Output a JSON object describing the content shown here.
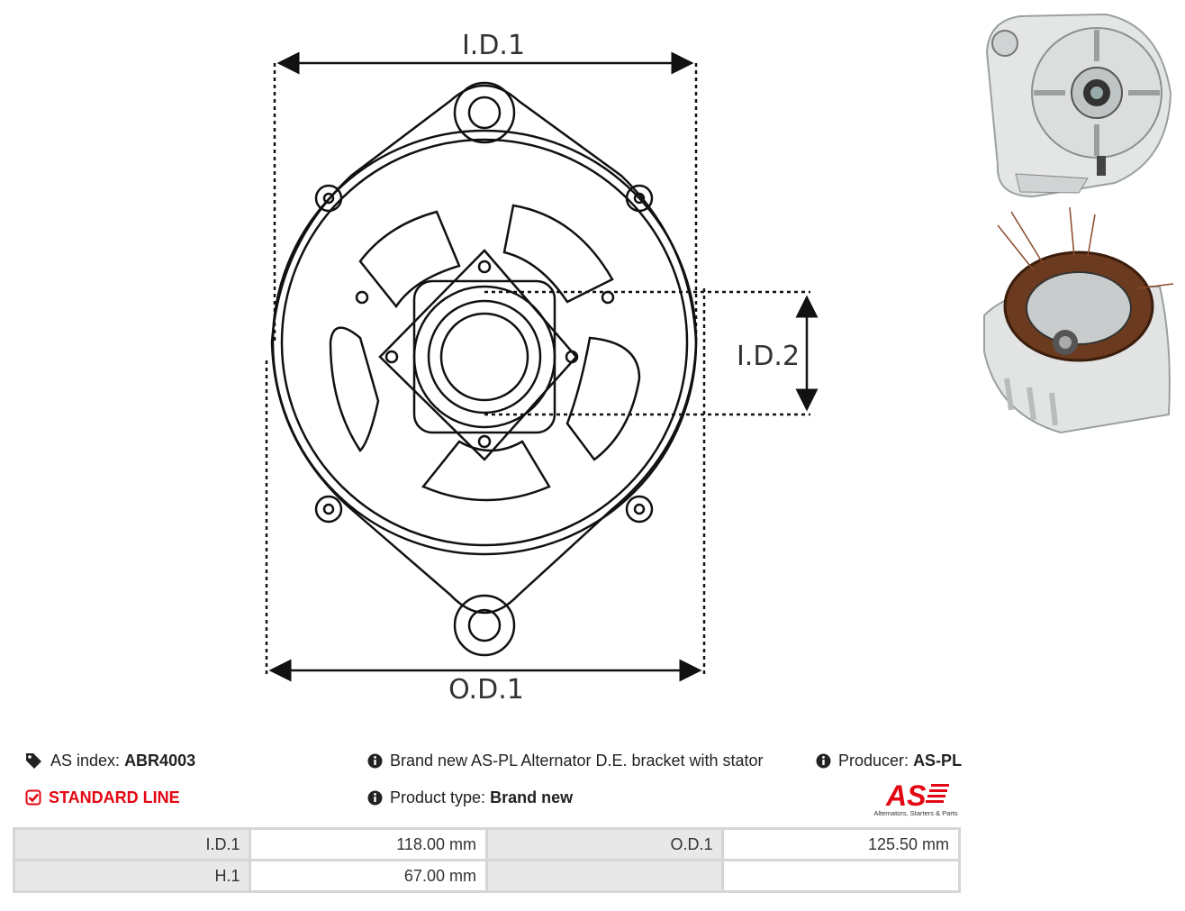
{
  "drawing": {
    "dim_id1": "I.D.1",
    "dim_id2": "I.D.2",
    "dim_od1": "O.D.1"
  },
  "photos": {
    "top": "bracket-photo",
    "bottom": "stator-photo"
  },
  "info": {
    "as_index_label": "AS index:",
    "as_index_value": "ABR4003",
    "line": "STANDARD LINE",
    "description": "Brand new AS-PL Alternator D.E. bracket with stator",
    "product_type_label": "Product type:",
    "product_type_value": "Brand new",
    "producer_label": "Producer:",
    "producer_value": "AS-PL"
  },
  "logo": {
    "mark": "AS",
    "tagline": "Alternators, Starters & Parts"
  },
  "params": [
    [
      {
        "k": "I.D.1",
        "v": "118.00 mm"
      },
      {
        "k": "O.D.1",
        "v": "125.50 mm"
      }
    ],
    [
      {
        "k": "H.1",
        "v": "67.00 mm"
      },
      {
        "k": "",
        "v": ""
      }
    ]
  ],
  "colors": {
    "accent_red": "#e30613",
    "table_border": "#d6d6d6",
    "table_key_bg": "#e8e8e8"
  },
  "icons": [
    "tags-icon",
    "check-square-icon",
    "info-circle-icon"
  ]
}
